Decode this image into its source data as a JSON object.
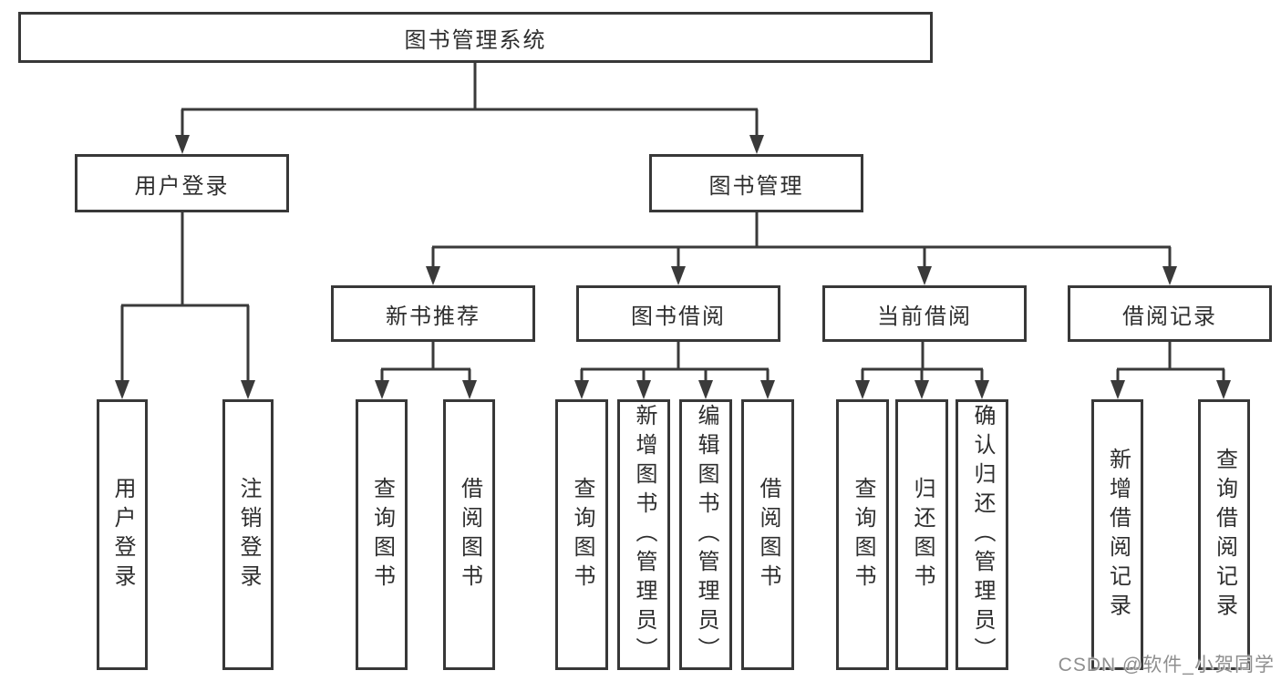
{
  "tree": {
    "root": "图书管理系统",
    "branches": [
      {
        "label": "用户登录",
        "children": [
          "用户登录",
          "注销登录"
        ]
      },
      {
        "label": "图书管理",
        "children": [
          {
            "label": "新书推荐",
            "children": [
              "查询图书",
              "借阅图书"
            ]
          },
          {
            "label": "图书借阅",
            "children": [
              "查询图书",
              "新增图书（管理员）",
              "编辑图书（管理员）",
              "借阅图书"
            ]
          },
          {
            "label": "当前借阅",
            "children": [
              "查询图书",
              "归还图书",
              "确认归还（管理员）"
            ]
          },
          {
            "label": "借阅记录",
            "children": [
              "新增借阅记录",
              "查询借阅记录"
            ]
          }
        ]
      }
    ]
  },
  "watermark": "CSDN @软件_小贺同学",
  "colors": {
    "line": "#3a3a3a",
    "border": "#383838",
    "text": "#2e2e2e",
    "watermark": "#8f8f8f",
    "background": "#ffffff"
  }
}
